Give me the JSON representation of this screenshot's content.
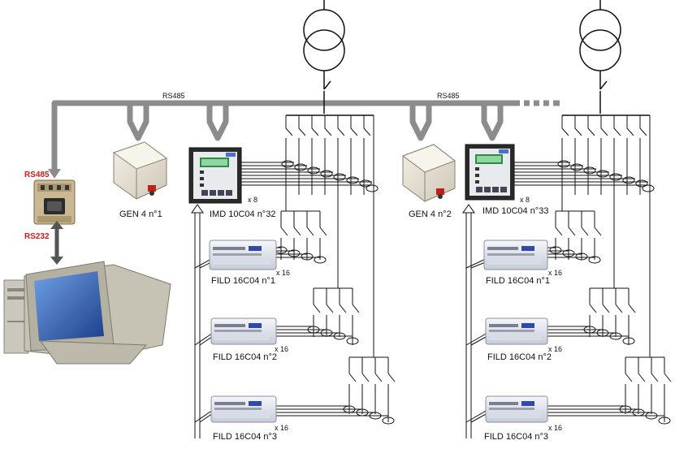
{
  "bus": {
    "protocol_left": "RS485",
    "protocol_right": "RS485",
    "continuation": "- - - -"
  },
  "converter": {
    "top_label": "RS485",
    "bottom_label": "RS232"
  },
  "system_1": {
    "gen": "GEN 4 n°1",
    "imd": "IMD 10C04 n°32",
    "imd_mult": "x 8",
    "fild": [
      {
        "label": "FILD 16C04 n°1",
        "mult": "x 16"
      },
      {
        "label": "FILD 16C04 n°2",
        "mult": "x 16"
      },
      {
        "label": "FILD 16C04 n°3",
        "mult": "x 16"
      }
    ]
  },
  "system_2": {
    "gen": "GEN 4 n°2",
    "imd": "IMD 10C04 n°33",
    "imd_mult": "x 8",
    "fild": [
      {
        "label": "FILD 16C04 n°1",
        "mult": "x 16"
      },
      {
        "label": "FILD 16C04 n°2",
        "mult": "x 16"
      },
      {
        "label": "FILD 16C04 n°3",
        "mult": "x 16"
      }
    ]
  },
  "colors": {
    "bus": "#8c8c8c",
    "line": "#1a1a1a",
    "red_label": "#d11a1a",
    "monitor_screen": "#2f5fb0"
  }
}
